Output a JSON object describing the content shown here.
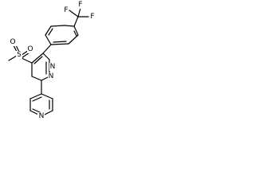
{
  "structure": {
    "atoms": {
      "f_top": "F",
      "f_right": "F",
      "f_left": "F",
      "sulfur": "S",
      "oxygen_upper": "O",
      "oxygen_lower": "O",
      "n_pyrimidine_1": "N",
      "n_pyrimidine_3": "N",
      "n_pyridine": "N"
    },
    "colors": {
      "bond": "#000000",
      "label": "#000000",
      "background": "#ffffff"
    }
  }
}
